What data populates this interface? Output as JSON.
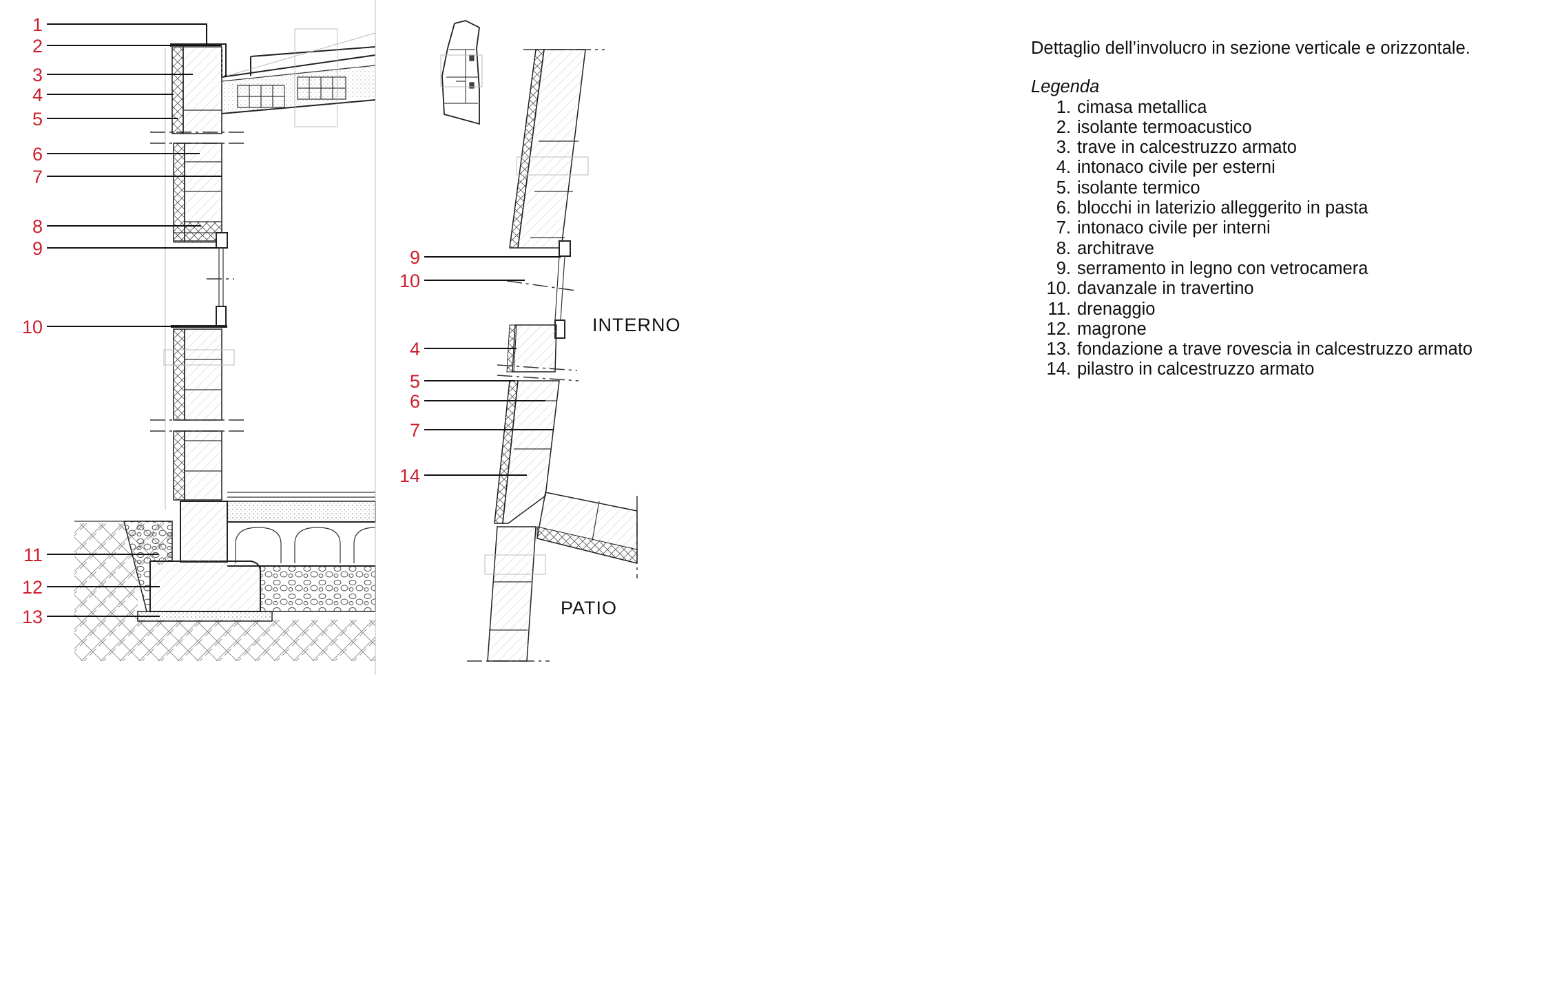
{
  "description_text": "Dettaglio dell’involucro in sezione verticale e orizzontale.",
  "legend": {
    "title": "Legenda",
    "items": [
      {
        "number": "1.",
        "text": "cimasa metallica"
      },
      {
        "number": "2.",
        "text": "isolante termoacustico"
      },
      {
        "number": "3.",
        "text": "trave in calcestruzzo armato"
      },
      {
        "number": "4.",
        "text": "intonaco civile per esterni"
      },
      {
        "number": "5.",
        "text": "isolante termico"
      },
      {
        "number": "6.",
        "text": "blocchi in laterizio alleggerito in pasta"
      },
      {
        "number": "7.",
        "text": "intonaco civile per interni"
      },
      {
        "number": "8.",
        "text": "architrave"
      },
      {
        "number": "9.",
        "text": "serramento in legno con vetrocamera"
      },
      {
        "number": "10.",
        "text": "davanzale in travertino"
      },
      {
        "number": "11.",
        "text": "drenaggio"
      },
      {
        "number": "12.",
        "text": "magrone"
      },
      {
        "number": "13.",
        "text": "fondazione a trave rovescia in calcestruzzo armato"
      },
      {
        "number": "14.",
        "text": "pilastro in calcestruzzo armato"
      }
    ]
  },
  "vertical_section": {
    "callouts": [
      "1",
      "2",
      "3",
      "4",
      "5",
      "6",
      "7",
      "8",
      "9",
      "10",
      "11",
      "12",
      "13"
    ]
  },
  "horizontal_section": {
    "callouts": [
      "9",
      "10",
      "4",
      "5",
      "6",
      "7",
      "14"
    ],
    "label_interior": "INTERNO",
    "label_patio": "PATIO"
  },
  "colors": {
    "callout_number": "#cc1f2e",
    "line": "#111111",
    "background": "#ffffff"
  }
}
